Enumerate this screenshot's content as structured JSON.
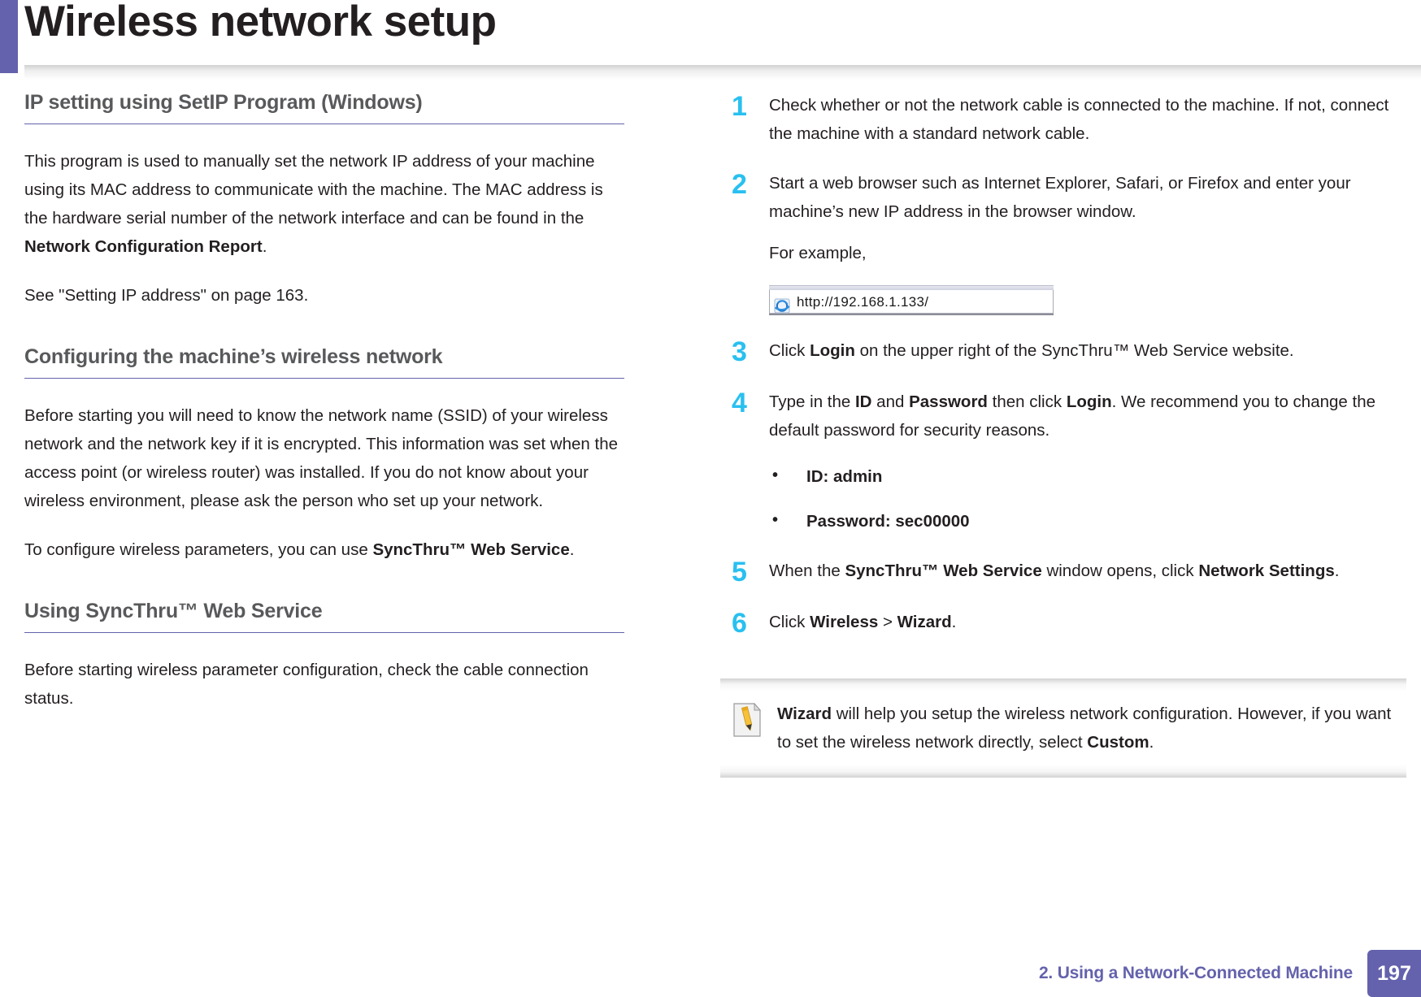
{
  "page": {
    "title": "Wireless network setup",
    "accent_purple": "#6462AC",
    "step_number_color": "#29C0F0",
    "heading_gray": "#58595B"
  },
  "left_column": {
    "section1": {
      "heading": "IP setting using SetIP Program (Windows)",
      "paragraphs": [
        {
          "parts": [
            {
              "text": "This program is used to manually set the network IP address of your machine using its MAC address to communicate with the machine. The MAC address is the hardware serial number of the network interface and can be found in the ",
              "bold": false
            },
            {
              "text": "Network Configuration Report",
              "bold": true
            },
            {
              "text": ".",
              "bold": false
            }
          ]
        },
        {
          "parts": [
            {
              "text": "See \"Setting IP address\" on page 163.",
              "bold": false
            }
          ]
        }
      ]
    },
    "section2": {
      "heading": "Configuring the machine’s wireless network",
      "paragraphs": [
        {
          "parts": [
            {
              "text": "Before starting you will need to know the network name (SSID) of your wireless network and the network key if it is encrypted. This information was set when the access point (or wireless router) was installed. If you do not know about your wireless environment, please ask the person who set up your network.",
              "bold": false
            }
          ]
        },
        {
          "parts": [
            {
              "text": "To configure wireless parameters, you can use ",
              "bold": false
            },
            {
              "text": "SyncThru™ Web Service",
              "bold": true
            },
            {
              "text": ".",
              "bold": false
            }
          ]
        }
      ]
    },
    "section3": {
      "heading": "Using SyncThru™ Web Service",
      "paragraphs": [
        {
          "parts": [
            {
              "text": "Before starting wireless parameter configuration, check the cable connection status.",
              "bold": false
            }
          ]
        }
      ]
    }
  },
  "right_column": {
    "steps": [
      {
        "number": "1",
        "parts": [
          {
            "text": "Check whether or not the network cable is connected to the machine. If not, connect the machine with a standard network cable.",
            "bold": false
          }
        ]
      },
      {
        "number": "2",
        "parts": [
          {
            "text": "Start a web browser such as Internet Explorer, Safari, or Firefox and enter your machine’s new IP address in the browser window.",
            "bold": false
          }
        ],
        "extra": "For example,",
        "figure": {
          "type": "browser-url-bar",
          "icon": "internet-explorer-icon",
          "url": "http://192.168.1.133/"
        }
      },
      {
        "number": "3",
        "parts": [
          {
            "text": "Click ",
            "bold": false
          },
          {
            "text": "Login",
            "bold": true
          },
          {
            "text": " on the upper right of the SyncThru™ Web Service website.",
            "bold": false
          }
        ]
      },
      {
        "number": "4",
        "parts": [
          {
            "text": "Type in the ",
            "bold": false
          },
          {
            "text": "ID",
            "bold": true
          },
          {
            "text": " and ",
            "bold": false
          },
          {
            "text": "Password",
            "bold": true
          },
          {
            "text": " then click ",
            "bold": false
          },
          {
            "text": "Login",
            "bold": true
          },
          {
            "text": ". We recommend you to change the default password for security reasons.",
            "bold": false
          }
        ],
        "bullets": [
          "ID: admin",
          "Password: sec00000"
        ]
      },
      {
        "number": "5",
        "parts": [
          {
            "text": "When the ",
            "bold": false
          },
          {
            "text": "SyncThru™ Web Service",
            "bold": true
          },
          {
            "text": " window opens, click ",
            "bold": false
          },
          {
            "text": "Network Settings",
            "bold": true
          },
          {
            "text": ".",
            "bold": false
          }
        ]
      },
      {
        "number": "6",
        "parts": [
          {
            "text": "Click ",
            "bold": false
          },
          {
            "text": "Wireless",
            "bold": true
          },
          {
            "text": " > ",
            "bold": false
          },
          {
            "text": "Wizard",
            "bold": true
          },
          {
            "text": ".",
            "bold": false
          }
        ]
      }
    ],
    "note": {
      "icon": "note-pencil-icon",
      "parts": [
        {
          "text": "Wizard",
          "bold": true
        },
        {
          "text": " will help you setup the wireless network configuration. However, if you want to set the wireless network directly, select ",
          "bold": false
        },
        {
          "text": "Custom",
          "bold": true
        },
        {
          "text": ".",
          "bold": false
        }
      ]
    }
  },
  "footer": {
    "chapter_label": "2.  Using a Network-Connected Machine",
    "page_number": "197"
  }
}
